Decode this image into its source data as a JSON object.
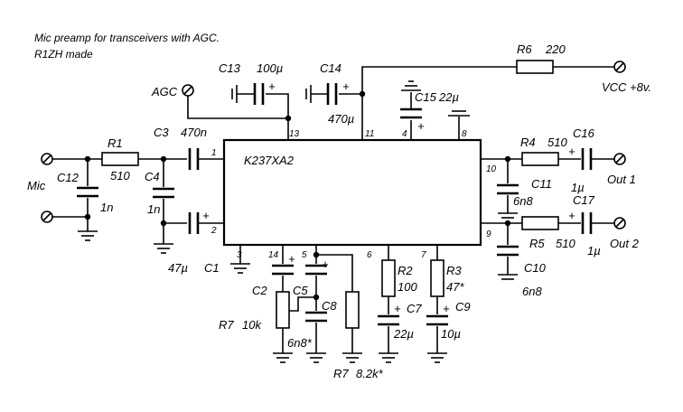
{
  "title": {
    "line1": "Mic preamp for transceivers with AGC.",
    "line2": "R1ZH made"
  },
  "ic": {
    "name": "K237XA2"
  },
  "pins": [
    "1",
    "2",
    "3",
    "14",
    "5",
    "6",
    "7",
    "9",
    "10",
    "13",
    "11",
    "4",
    "8"
  ],
  "terminals": {
    "agc": "AGC",
    "mic": "Mic",
    "vcc": "VCC +8v.",
    "out1": "Out 1",
    "out2": "Out 2"
  },
  "components": {
    "r6": {
      "ref": "R6",
      "value": "220"
    },
    "c13": {
      "ref": "C13",
      "value": "100µ"
    },
    "c14": {
      "ref": "C14",
      "value": "470µ"
    },
    "c15": {
      "ref": "C15",
      "value": "22µ"
    },
    "r1": {
      "ref": "R1",
      "value": "510"
    },
    "c3": {
      "ref": "C3",
      "value": "470n"
    },
    "c12": {
      "ref": "C12",
      "value": "1n"
    },
    "c4": {
      "ref": "C4",
      "value": "1n"
    },
    "c1": {
      "ref": "C1",
      "value": "47µ"
    },
    "r4": {
      "ref": "R4",
      "value": "510"
    },
    "c16": {
      "ref": "C16",
      "value": "1µ"
    },
    "c11": {
      "ref": "C11",
      "value": "6n8"
    },
    "r5": {
      "ref": "R5",
      "value": "510"
    },
    "c17": {
      "ref": "C17",
      "value": "1µ"
    },
    "c10": {
      "ref": "C10",
      "value": "6n8"
    },
    "c2": {
      "ref": "C2"
    },
    "c5": {
      "ref": "C5"
    },
    "c8": {
      "ref": "C8",
      "value": "6n8*"
    },
    "r7a": {
      "ref": "R7",
      "value": "10k"
    },
    "r7b": {
      "ref": "R7",
      "value": "8.2k*"
    },
    "r2": {
      "ref": "R2",
      "value": "100"
    },
    "c7": {
      "ref": "C7",
      "value": "22µ"
    },
    "r3": {
      "ref": "R3",
      "value": "47*"
    },
    "c9": {
      "ref": "C9",
      "value": "10µ"
    }
  },
  "symbols": {
    "plus": "+"
  }
}
